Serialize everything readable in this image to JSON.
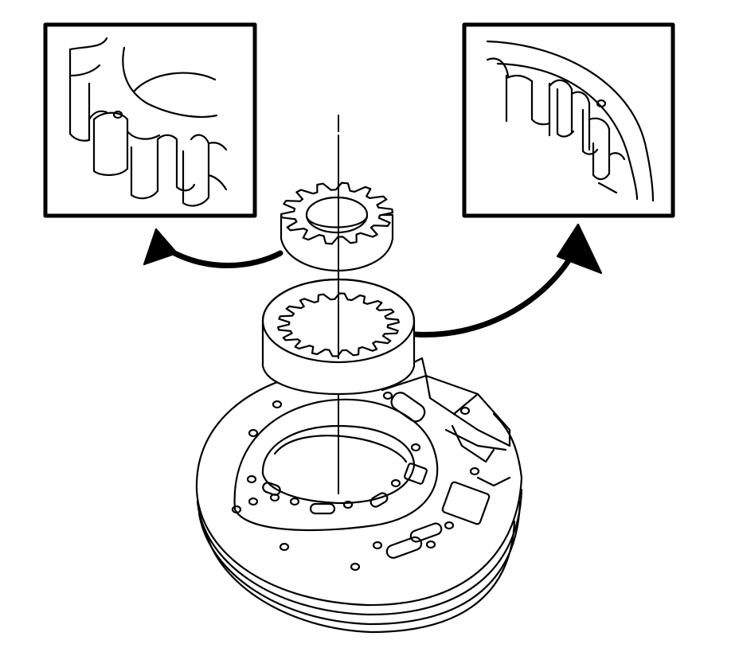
{
  "diagram": {
    "colors": {
      "line": "#000000",
      "background": "#ffffff"
    },
    "parts": [
      {
        "id": "drive-gear",
        "icon": "spur-gear-icon"
      },
      {
        "id": "driven-gear",
        "icon": "internal-ring-gear-icon"
      },
      {
        "id": "pump-body",
        "icon": "pump-housing-icon"
      }
    ],
    "insets": [
      {
        "id": "left-inset",
        "shows": "drive-gear"
      },
      {
        "id": "right-inset",
        "shows": "driven-gear"
      }
    ],
    "arrows": [
      {
        "from": "drive-gear",
        "to": "left-inset"
      },
      {
        "from": "driven-gear",
        "to": "right-inset"
      }
    ]
  }
}
